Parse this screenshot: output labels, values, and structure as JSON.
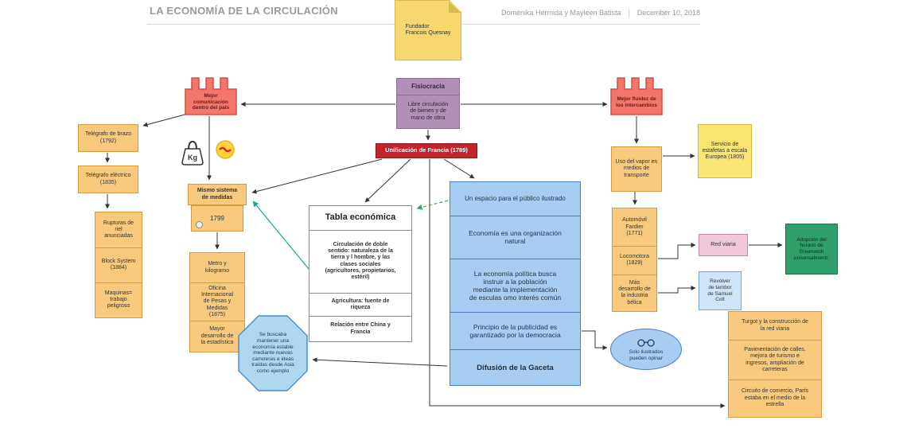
{
  "header": {
    "title": "LA ECONOMÍA DE LA CIRCULACIÓN",
    "authors": "Doménika Hermida y Mayleen Batista",
    "sep": "|",
    "date": "December 10, 2018"
  },
  "nodes": {
    "fundador": "Fundador\nFrancois Quesnay",
    "fisiocracia_title": "Fisiocracia",
    "fisiocracia_body": "Libre circulación\nde bienes y de\nmano de obra",
    "factory_left": "Mejor\ncomunicación\ndentro del país",
    "factory_right": "Mejor fluidez de\nlos intercambios",
    "telegrafo_brazo": "Telégrafo de brazo\n(1792)",
    "telegrafo_electrico": "Telégrafo eléctrico\n(1835)",
    "rail_stack": [
      "Rupturas de\nriel\nanunciadas",
      "Block System\n(1884)",
      "Maquinas=\ntrabajo\npeligroso"
    ],
    "kg_label": "Kg",
    "mismo_sistema": "Mismo sistema\nde medidas",
    "anio_1799": "1799",
    "medidas_stack": [
      "Metro y\nkilogramo",
      "Oficina\nInternacional\nde Pesas y\nMedidas\n(1875)",
      "Mayor\ndesarrollo de\nla estadística"
    ],
    "unificacion": "Unificación de Francia  (1789)",
    "tabla_title": "Tabla económica",
    "tabla_rows": [
      "Circulación de doble\nsentido: naturaleza de la\ntierra y l hombre, y las\nclases sociales\n(agricultores, propietarios,\nestéril)",
      "Agricultura: fuente de\nriqueza",
      "Relación entre China y\nFrancia"
    ],
    "octagon": "Se buscaba\nmantener una\neconomía estable\nmediante nuevas\ncarreteras e ideas\ntraídas desde Asia\ncomo ejemplo",
    "panel_rows": [
      "Un espacio para el público ilustrado",
      "Economía es una organización\nnatural",
      "La economía política busca\ninstruir a la población\nmediante la implementación\nde esculas omo interés común",
      "Principio de la publicidad es\ngarantizado por la democracia",
      "Difusión de la Gaceta"
    ],
    "ellipse": "Solo ilustrados\npueden opinar",
    "vapor": "Uso del vapor en\nmedios de\ntransporte",
    "estafetas": "Servicio de\nestafetas a escala\nEuropea (1805)",
    "transporte_stack": [
      "Automóvil\nFardier\n(1771)",
      "Locomotora\n(1829)",
      "Más\ndesarrollo de\nla industria\nbélica"
    ],
    "red_viaria": "Red viaria",
    "greenwich": "Adopción del\nhorario de\nGreenwich\nuniversalmentr.",
    "revolver": "Revólver\nde tambor\nde Samuel\nColt",
    "derecha_stack": [
      "Turgot y la construcción de\nla red viaria",
      "Pavimentación de calles,\nmejora de turismo e\ningresos, ampliación de\ncarreteras",
      "Circuito de comercio, París\nestaba en el medio de la\nestrella"
    ]
  },
  "colors": {
    "orange": "#f9ca7e",
    "yellow": "#fbe572",
    "purple": "#b190b6",
    "red": "#c2242b",
    "blue": "#a7cdf3",
    "pink": "#f2c7da",
    "green": "#2f9e69",
    "salmon": "#f4756a",
    "teal": "#1aa39a"
  }
}
